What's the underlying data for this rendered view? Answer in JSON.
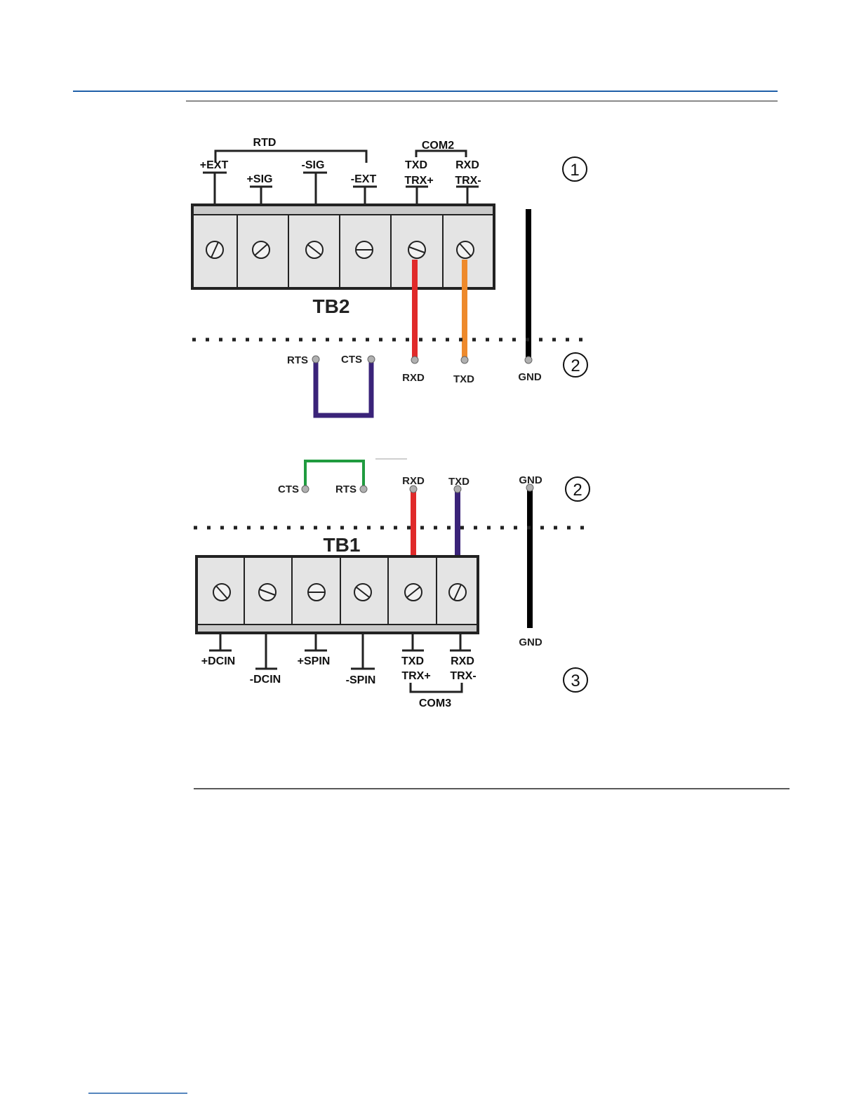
{
  "header_rule_color": "#1f5fa8",
  "tb2": {
    "title": "TB2",
    "rtd_bracket": "RTD",
    "com2_bracket": "COM2",
    "terminals": [
      "+EXT",
      "+SIG",
      "-SIG",
      "-EXT",
      "TXD",
      "RXD"
    ],
    "terminals_line2": [
      "",
      "",
      "",
      "",
      "TRX+",
      "TRX-"
    ]
  },
  "connector_top": {
    "callout_1": "1",
    "callout_2": "2",
    "rts": "RTS",
    "cts": "CTS",
    "rxd": "RXD",
    "txd": "TXD",
    "gnd": "GND"
  },
  "connector_bottom": {
    "callout_2": "2",
    "cts": "CTS",
    "rts": "RTS",
    "rxd": "RXD",
    "txd": "TXD",
    "gnd_top": "GND",
    "gnd_bottom": "GND"
  },
  "tb1": {
    "title": "TB1",
    "com3_bracket": "COM3",
    "callout_3": "3",
    "terminals": [
      "+DCIN",
      "-DCIN",
      "+SPIN",
      "-SPIN",
      "TXD",
      "RXD"
    ],
    "terminals_line2": [
      "",
      "",
      "",
      "",
      "TRX+",
      "TRX-"
    ]
  },
  "wire_colors": {
    "red": "#e02a2a",
    "orange": "#ee8a2c",
    "purple": "#3a2379",
    "green": "#1f9b3f",
    "black": "#000000"
  }
}
